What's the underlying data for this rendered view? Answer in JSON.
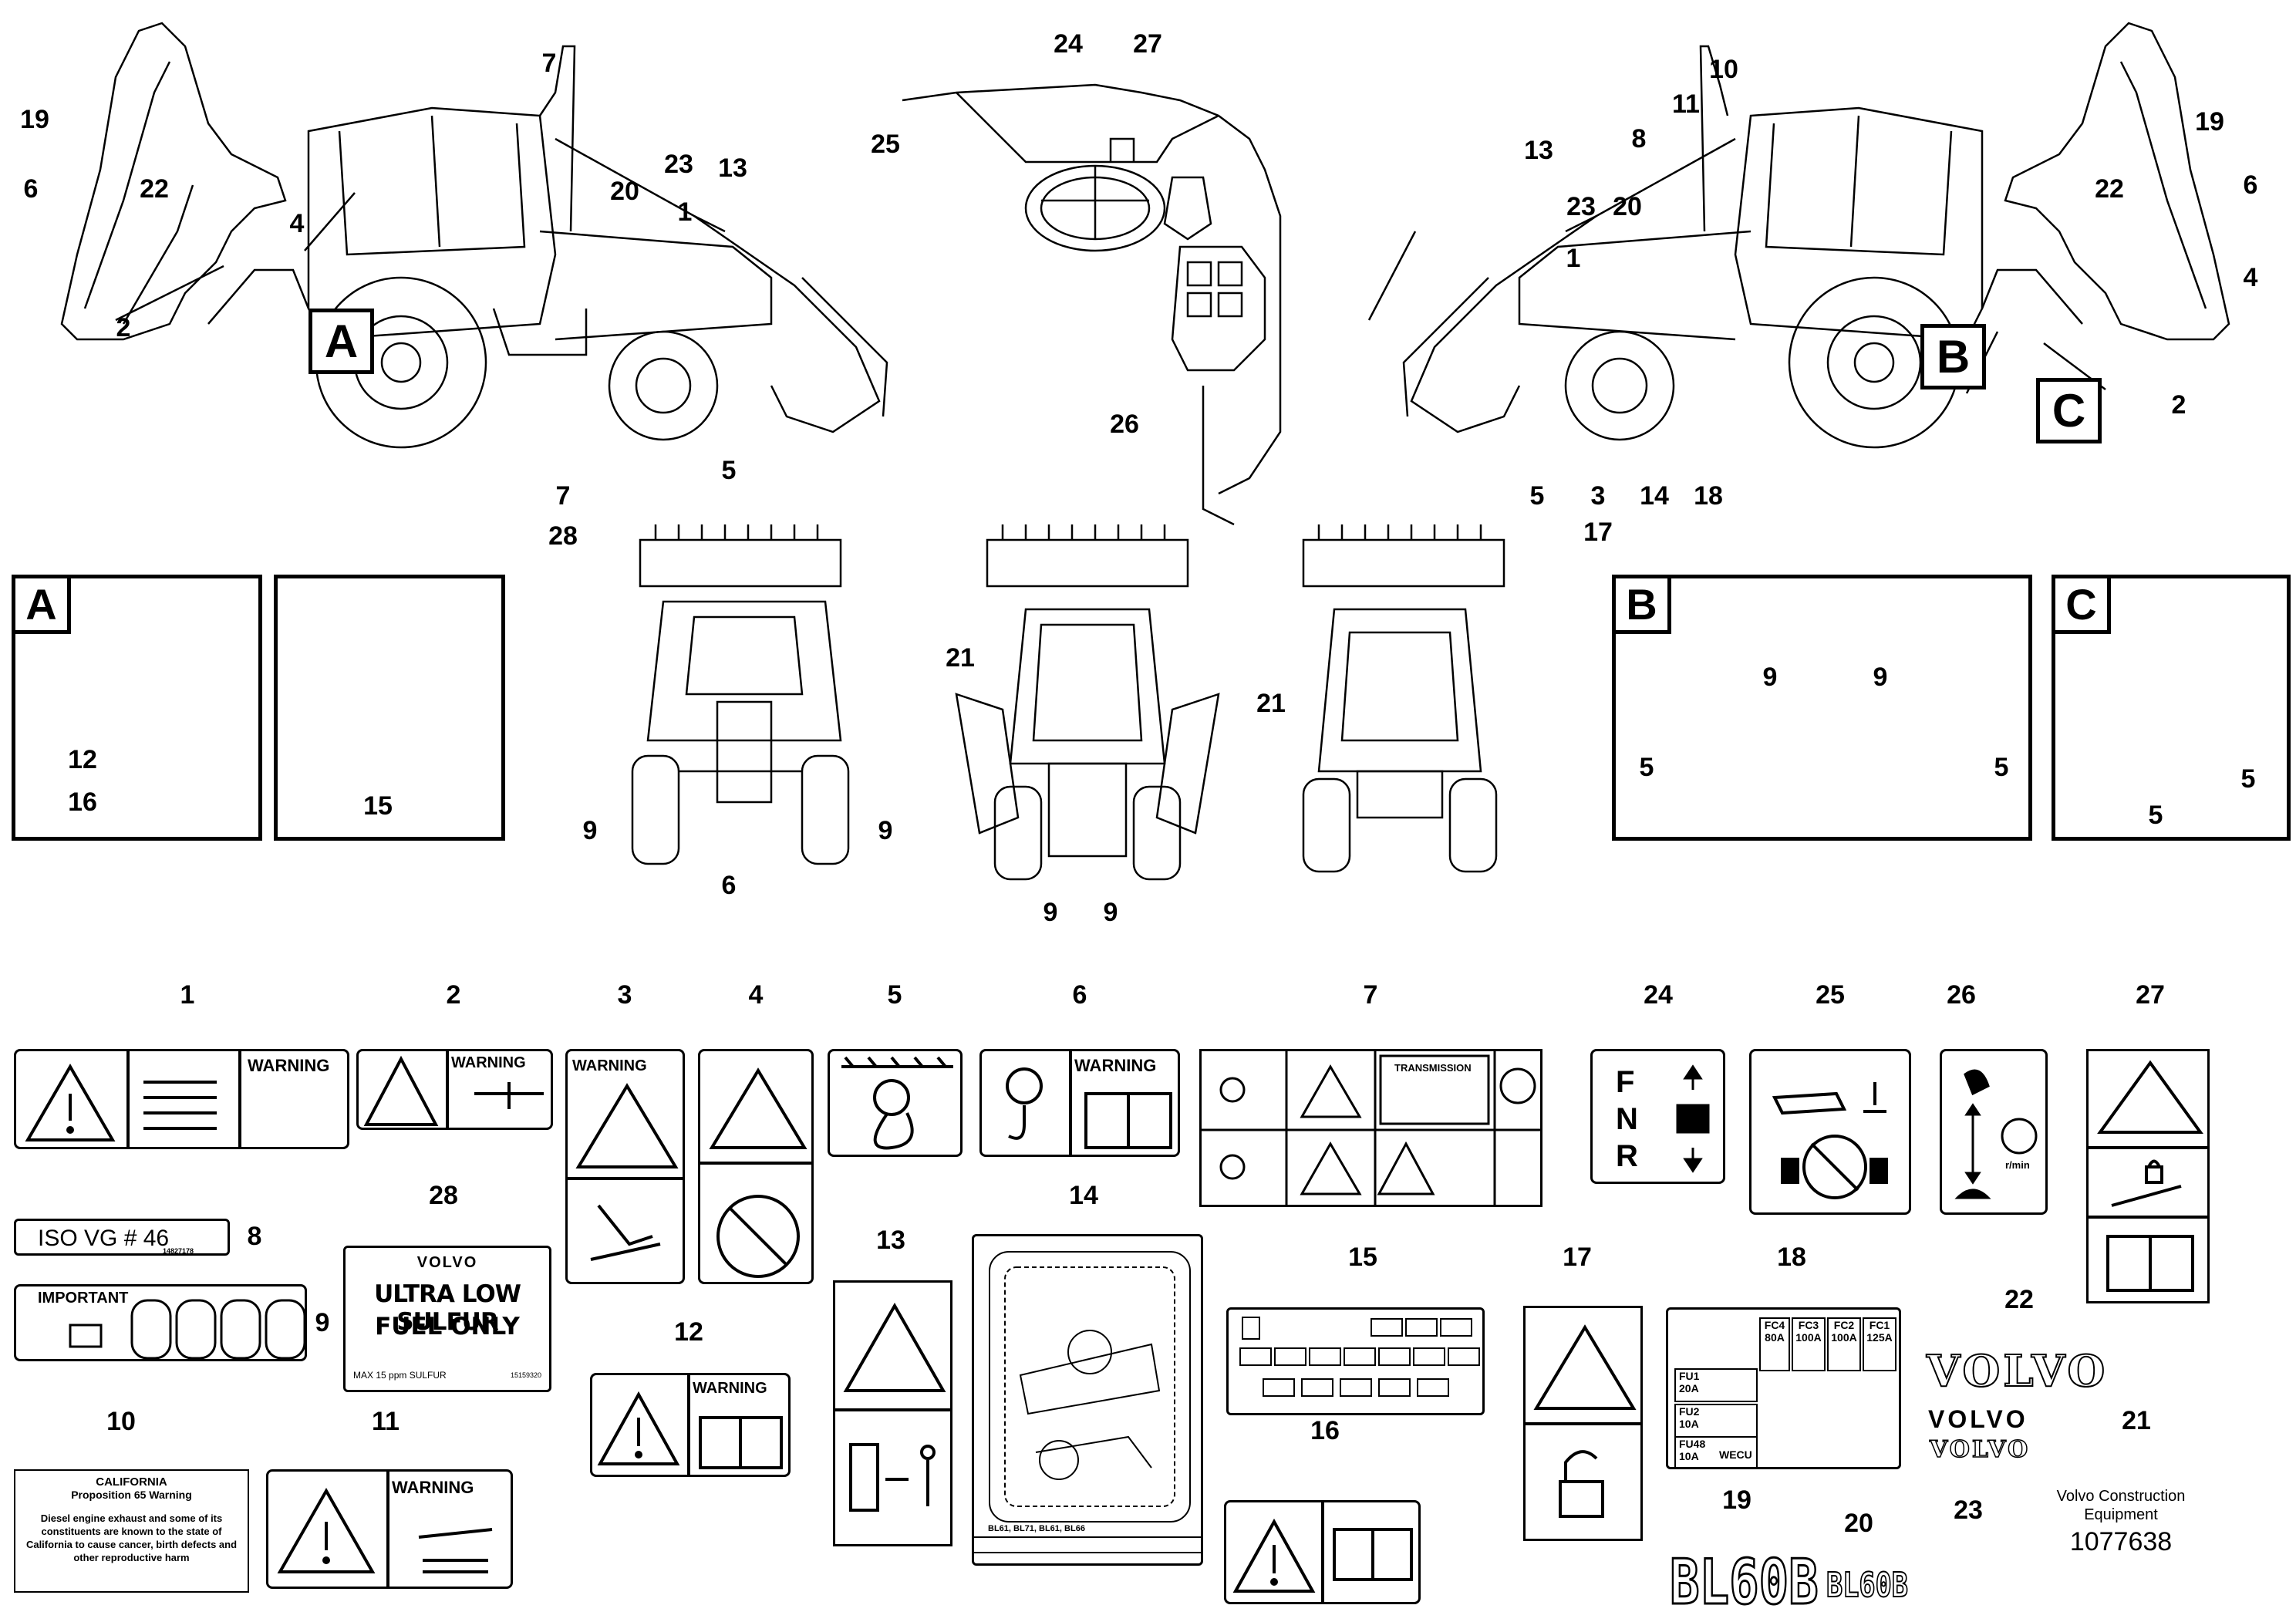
{
  "views": {
    "left_callout": "A",
    "center_callout_b": "B",
    "right_callout": "C"
  },
  "detail_boxes": {
    "a": "A",
    "b": "B",
    "c": "C"
  },
  "labels": {
    "l1": "1",
    "l2": "2",
    "l3": "3",
    "l4": "4",
    "l5": "5",
    "l6": "6",
    "l7": "7",
    "l8": "8",
    "l9": "9",
    "l10": "10",
    "l11": "11",
    "l12": "12",
    "l13": "13",
    "l14": "14",
    "l15": "15",
    "l16": "16",
    "l17": "17",
    "l18": "18",
    "l19": "19",
    "l20": "20",
    "l21": "21",
    "l22": "22",
    "l23": "23",
    "l24": "24",
    "l25": "25",
    "l26": "26",
    "l27": "27",
    "l28": "28"
  },
  "decals": {
    "warning": "WARNING",
    "iso_oil": "ISO  VG  # 46",
    "iso_part": "14827178",
    "important": "IMPORTANT",
    "california_title": "CALIFORNIA",
    "california_sub": "Proposition 65 Warning",
    "california_body": "Diesel engine exhaust and some of its constituents are known to the state of California to cause cancer, birth defects and other reproductive harm",
    "fuel_brand": "VOLVO",
    "fuel_line1": "ULTRA LOW SULFUR",
    "fuel_line2": "FUEL ONLY",
    "fuel_small": "MAX 15 ppm SULFUR",
    "fuel_part": "15159320",
    "transmission": "TRANSMISSION",
    "shift_f": "F",
    "shift_n": "N",
    "shift_r": "R",
    "rpm": "r/min",
    "fuse_fc4": "FC4",
    "fuse_fc4a": "80A",
    "fuse_fc3": "FC3",
    "fuse_fc3a": "100A",
    "fuse_fc2": "FC2",
    "fuse_fc2a": "100A",
    "fuse_fc1": "FC1",
    "fuse_fc1a": "125A",
    "fuse_fu1": "FU1",
    "fuse_fu1a": "20A",
    "fuse_fu2": "FU2",
    "fuse_fu2a": "10A",
    "fuse_fu48": "FU48",
    "fuse_fu48a": "10A",
    "fuse_wecu": "WECU",
    "volvo_big": "VOLVO",
    "volvo_mid": "VOLVO",
    "volvo_small": "VOLVO",
    "model_big": "BL60B",
    "model_small": "BL60B",
    "diagram_models": "BL61, BL71, BL61, BL66"
  },
  "footer": {
    "company_line1": "Volvo Construction",
    "company_line2": "Equipment",
    "part_number": "1077638"
  }
}
